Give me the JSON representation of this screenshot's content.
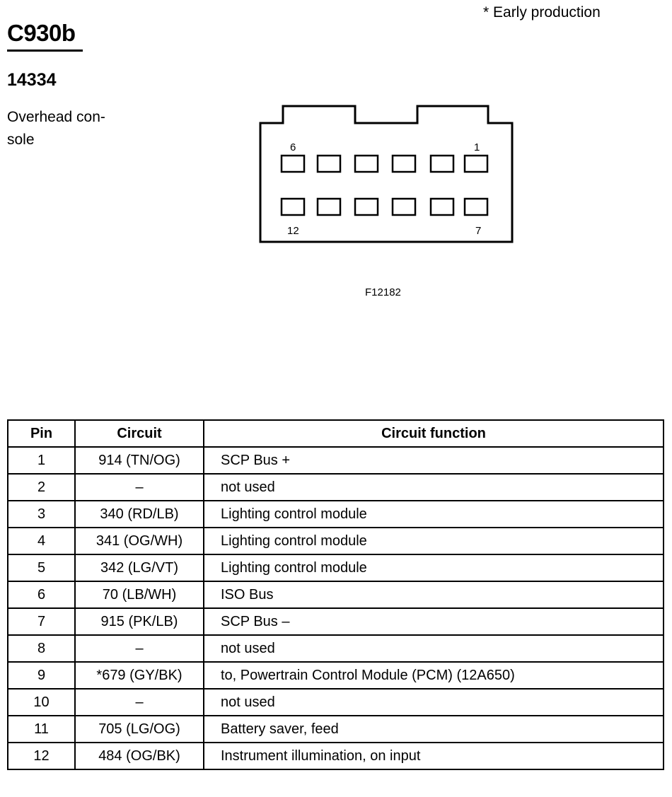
{
  "note": "* Early production",
  "connector": {
    "id": "C930b",
    "part_number": "14334",
    "location": "Overhead con-\nsole",
    "figure_code": "F12182",
    "pin_labels": {
      "top_left": "6",
      "top_right": "1",
      "bottom_left": "12",
      "bottom_right": "7"
    }
  },
  "table": {
    "headers": [
      "Pin",
      "Circuit",
      "Circuit function"
    ],
    "rows": [
      {
        "pin": "1",
        "circuit": "914 (TN/OG)",
        "function": "SCP Bus +"
      },
      {
        "pin": "2",
        "circuit": "–",
        "function": "not used"
      },
      {
        "pin": "3",
        "circuit": "340 (RD/LB)",
        "function": "Lighting control module"
      },
      {
        "pin": "4",
        "circuit": "341 (OG/WH)",
        "function": "Lighting control module"
      },
      {
        "pin": "5",
        "circuit": "342 (LG/VT)",
        "function": "Lighting control module"
      },
      {
        "pin": "6",
        "circuit": "70 (LB/WH)",
        "function": "ISO Bus"
      },
      {
        "pin": "7",
        "circuit": "915 (PK/LB)",
        "function": "SCP Bus –"
      },
      {
        "pin": "8",
        "circuit": "–",
        "function": "not used"
      },
      {
        "pin": "9",
        "circuit": "*679 (GY/BK)",
        "function": "to, Powertrain Control Module (PCM) (12A650)"
      },
      {
        "pin": "10",
        "circuit": "–",
        "function": "not used"
      },
      {
        "pin": "11",
        "circuit": "705 (LG/OG)",
        "function": "Battery saver, feed"
      },
      {
        "pin": "12",
        "circuit": "484 (OG/BK)",
        "function": "Instrument illumination, on input"
      }
    ]
  }
}
